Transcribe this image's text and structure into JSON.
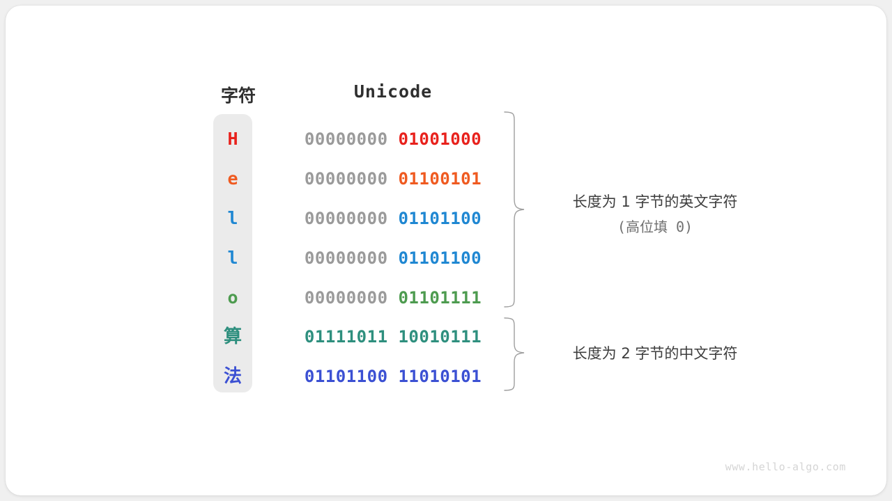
{
  "diagram": {
    "headers": {
      "char_column": "字符",
      "code_column": "Unicode"
    },
    "rows": [
      {
        "char": "H",
        "char_color": "#e8211c",
        "high_byte": "00000000",
        "low_byte": "01001000",
        "code_color": "#e8211c",
        "cjk": false
      },
      {
        "char": "e",
        "char_color": "#ef5a20",
        "high_byte": "00000000",
        "low_byte": "01100101",
        "code_color": "#ef5a20",
        "cjk": false
      },
      {
        "char": "l",
        "char_color": "#1f87d2",
        "high_byte": "00000000",
        "low_byte": "01101100",
        "code_color": "#1f87d2",
        "cjk": false
      },
      {
        "char": "l",
        "char_color": "#1f87d2",
        "high_byte": "00000000",
        "low_byte": "01101100",
        "code_color": "#1f87d2",
        "cjk": false
      },
      {
        "char": "o",
        "char_color": "#4d9b4f",
        "high_byte": "00000000",
        "low_byte": "01101111",
        "code_color": "#4d9b4f",
        "cjk": false
      },
      {
        "char": "算",
        "char_color": "#2e8f7e",
        "high_byte": "01111011",
        "low_byte": "10010111",
        "code_color": "#2e8f7e",
        "cjk": true
      },
      {
        "char": "法",
        "char_color": "#3b50d3",
        "high_byte": "01101100",
        "low_byte": "11010101",
        "code_color": "#3b50d3",
        "cjk": true
      }
    ],
    "annotations": [
      {
        "text": "长度为 1 字节的英文字符",
        "sub": "(高位填 0)"
      },
      {
        "text": "长度为 2 字节的中文字符",
        "sub": ""
      }
    ],
    "high_byte_color": "#9a9a9a",
    "pill_color": "#ebebeb",
    "brace_color": "#9e9e9e"
  },
  "watermark": "www.hello-algo.com"
}
